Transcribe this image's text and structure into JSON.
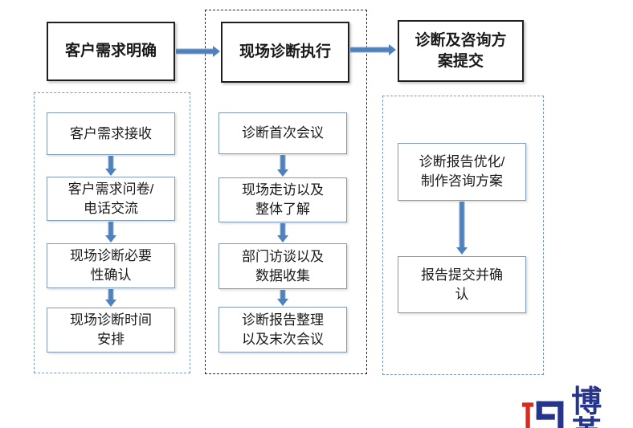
{
  "stages": [
    {
      "header": "客户需求明确",
      "steps": [
        "客户需求接收",
        "客户需求问卷/\n电话交流",
        "现场诊断必要\n性确认",
        "现场诊断时间\n安排"
      ]
    },
    {
      "header": "现场诊断执行",
      "steps": [
        "诊断首次会议",
        "现场走访以及\n整体了解",
        "部门访谈以及\n数据收集",
        "诊断报告整理\n以及末次会议"
      ]
    },
    {
      "header": "诊断及咨询方\n案提交",
      "steps": [
        "诊断报告优化/\n制作咨询方案",
        "报告提交并确\n认"
      ]
    }
  ],
  "logo": {
    "text": "博革"
  },
  "colors": {
    "arrow_blue": "#4f81bd",
    "step_box_border": "#7f9db9",
    "header_box_border": "#1f1f1f",
    "container_dash_blue": "#7b9ab8",
    "container_dash_dark": "#262626",
    "logo_red": "#d92b1f",
    "logo_blue": "#27348b"
  }
}
